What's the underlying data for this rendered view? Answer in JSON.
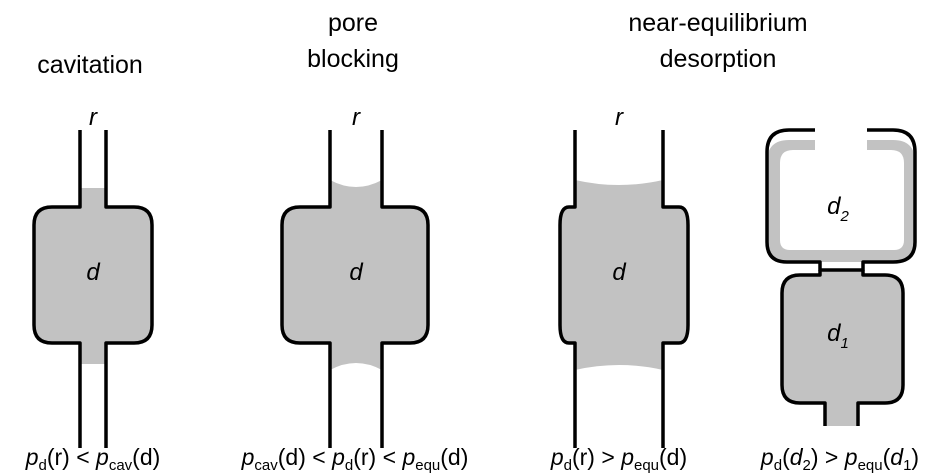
{
  "panels": [
    {
      "title_lines": [
        "cavitation"
      ],
      "neck_label": "r",
      "body_label": "d",
      "condition": {
        "lhs": "p",
        "lhs_sub": "d",
        "lhs_arg": "(r)",
        "op1": " < ",
        "rhs": "p",
        "rhs_sub": "cav",
        "rhs_arg": "(d)"
      }
    },
    {
      "title_lines": [
        "pore",
        "blocking"
      ],
      "neck_label": "r",
      "body_label": "d",
      "condition": {
        "a": "p",
        "a_sub": "cav",
        "a_arg": "(d)",
        "op1": " < ",
        "b": "p",
        "b_sub": "d",
        "b_arg": "(r)",
        "op2": " < ",
        "c": "p",
        "c_sub": "equ",
        "c_arg": "(d)"
      }
    },
    {
      "title_lines": [
        "near-equilibrium",
        "desorption"
      ],
      "neck_label": "r",
      "body_label": "d",
      "condition": {
        "lhs": "p",
        "lhs_sub": "d",
        "lhs_arg": "(r)",
        "op1": " > ",
        "rhs": "p",
        "rhs_sub": "equ",
        "rhs_arg": "(d)"
      }
    },
    {
      "top_label": "d",
      "top_label_sub": "2",
      "bottom_label": "d",
      "bottom_label_sub": "1",
      "condition": {
        "lhs": "p",
        "lhs_sub": "d",
        "lhs_arg_open": "(",
        "lhs_arg_var": "d",
        "lhs_arg_sub": "2",
        "lhs_arg_close": ")",
        "op1": " > ",
        "rhs": "p",
        "rhs_sub": "equ",
        "rhs_arg_open": "(",
        "rhs_arg_var": "d",
        "rhs_arg_sub": "1",
        "rhs_arg_close": ")"
      }
    }
  ],
  "colors": {
    "liquid": "#c2c2c2",
    "wall": "#000000"
  }
}
